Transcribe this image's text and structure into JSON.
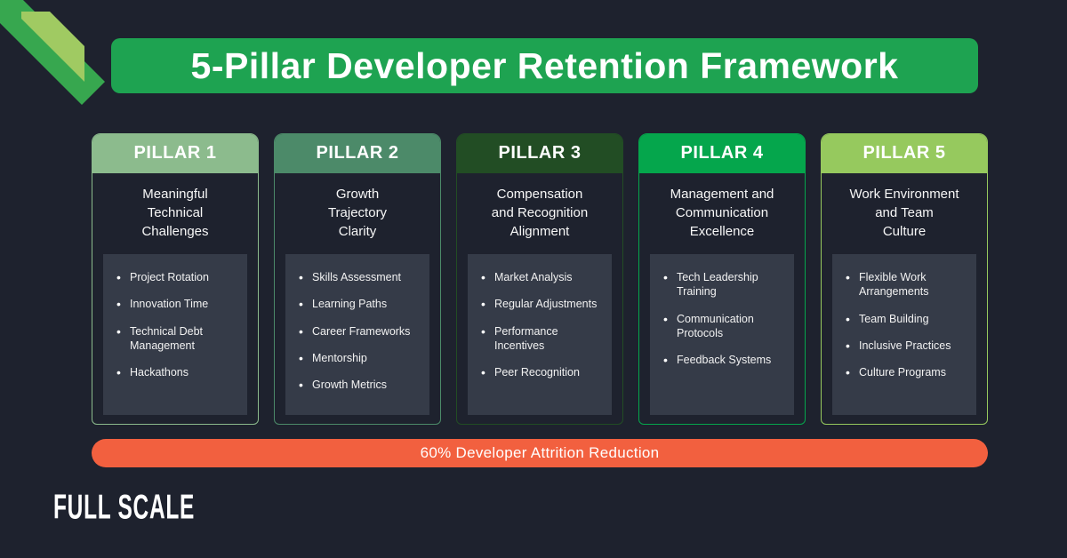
{
  "title": "5-Pillar Developer Retention Framework",
  "colors": {
    "background": "#1e222e",
    "title_banner": "#1ea351",
    "attrition_banner": "#f2603f",
    "listbox": "#353b48",
    "ribbon_dark": "#37a74f",
    "ribbon_light": "#a0ca62"
  },
  "pillars": [
    {
      "tag": "PILLAR 1",
      "color": "#8cbb8d",
      "title": "Meaningful\nTechnical\nChallenges",
      "items": [
        "Project Rotation",
        "Innovation Time",
        "Technical Debt Management",
        "Hackathons"
      ]
    },
    {
      "tag": "PILLAR 2",
      "color": "#4c8a69",
      "title": "Growth\nTrajectory\nClarity",
      "items": [
        "Skills Assessment",
        "Learning Paths",
        "Career Frameworks",
        "Mentorship",
        "Growth Metrics"
      ]
    },
    {
      "tag": "PILLAR 3",
      "color": "#224d24",
      "title": "Compensation\nand Recognition\nAlignment",
      "items": [
        "Market Analysis",
        "Regular Adjustments",
        "Performance Incentives",
        "Peer Recognition"
      ]
    },
    {
      "tag": "PILLAR 4",
      "color": "#05a64c",
      "title": "Management and\nCommunication\nExcellence",
      "items": [
        "Tech Leadership Training",
        "Communication Protocols",
        "Feedback Systems"
      ]
    },
    {
      "tag": "PILLAR 5",
      "color": "#96c95e",
      "title": "Work Environment\nand Team\nCulture",
      "items": [
        "Flexible Work Arrangements",
        "Team Building",
        "Inclusive Practices",
        "Culture Programs"
      ]
    }
  ],
  "attrition": {
    "label": "60% Developer Attrition Reduction"
  },
  "logo": {
    "label": "FULL SCALE"
  }
}
